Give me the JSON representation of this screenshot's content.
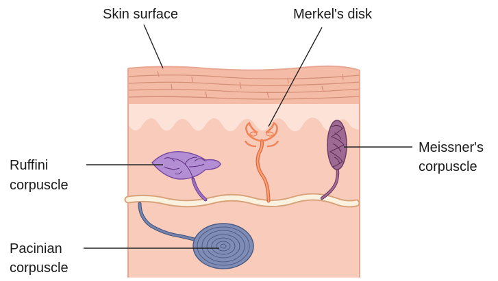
{
  "labels": {
    "skin_surface": "Skin surface",
    "merkels_disk": "Merkel's disk",
    "ruffini": [
      "Ruffini",
      "corpuscle"
    ],
    "meissners": [
      "Meissner's",
      "corpuscle"
    ],
    "pacinian": [
      "Pacinian",
      "corpuscle"
    ]
  },
  "colors": {
    "skin_outer": "#f7c7b3",
    "skin_line": "#e39f89",
    "dermis": "#f7c9b7",
    "papillary": "#fde1d7",
    "nerve": "#fbf1df",
    "ruffini": "#9c6fc0",
    "merkel": "#f18d5f",
    "meissner": "#a56a96",
    "pacinian": "#7584ad"
  }
}
